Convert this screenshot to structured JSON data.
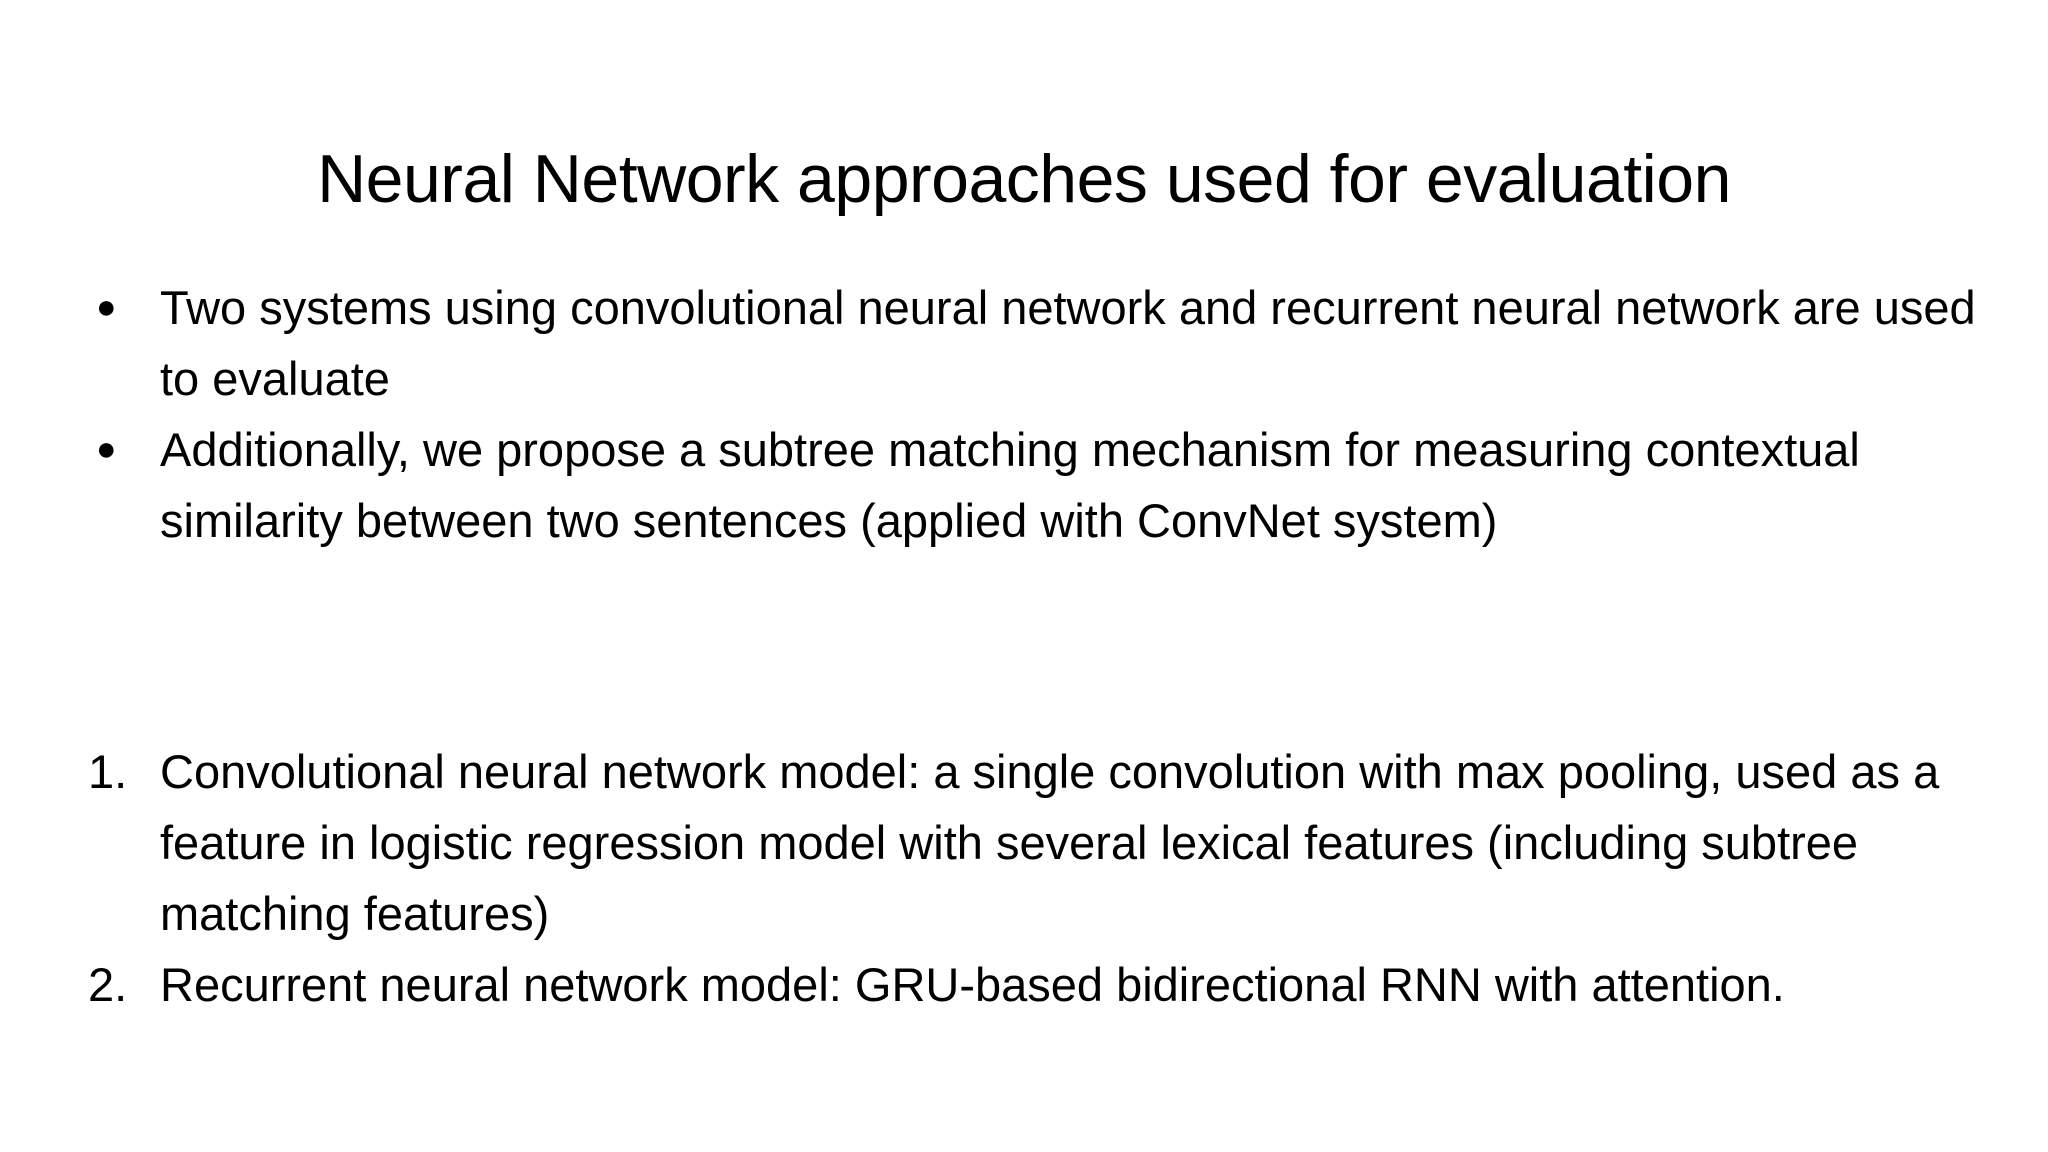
{
  "slide": {
    "background_color": "#ffffff",
    "text_color": "#000000",
    "title": "Neural Network approaches used for evaluation",
    "bullets": [
      {
        "marker": "●",
        "marker_name": "bullet-dot",
        "text": "Two systems using convolutional neural network and recurrent neural network are used to evaluate"
      },
      {
        "marker": "●",
        "marker_name": "bullet-dot",
        "text": "Additionally, we propose a subtree matching mechanism for measuring contextual similarity between two sentences (applied with ConvNet system)"
      }
    ],
    "numbered_items": [
      {
        "marker": "1.",
        "text": "Convolutional neural network model: a single convolution with max pooling, used as a feature in logistic regression model with several lexical features (including subtree matching features)"
      },
      {
        "marker": "2.",
        "text": "Recurrent neural network model: GRU-based bidirectional RNN with attention."
      }
    ]
  }
}
